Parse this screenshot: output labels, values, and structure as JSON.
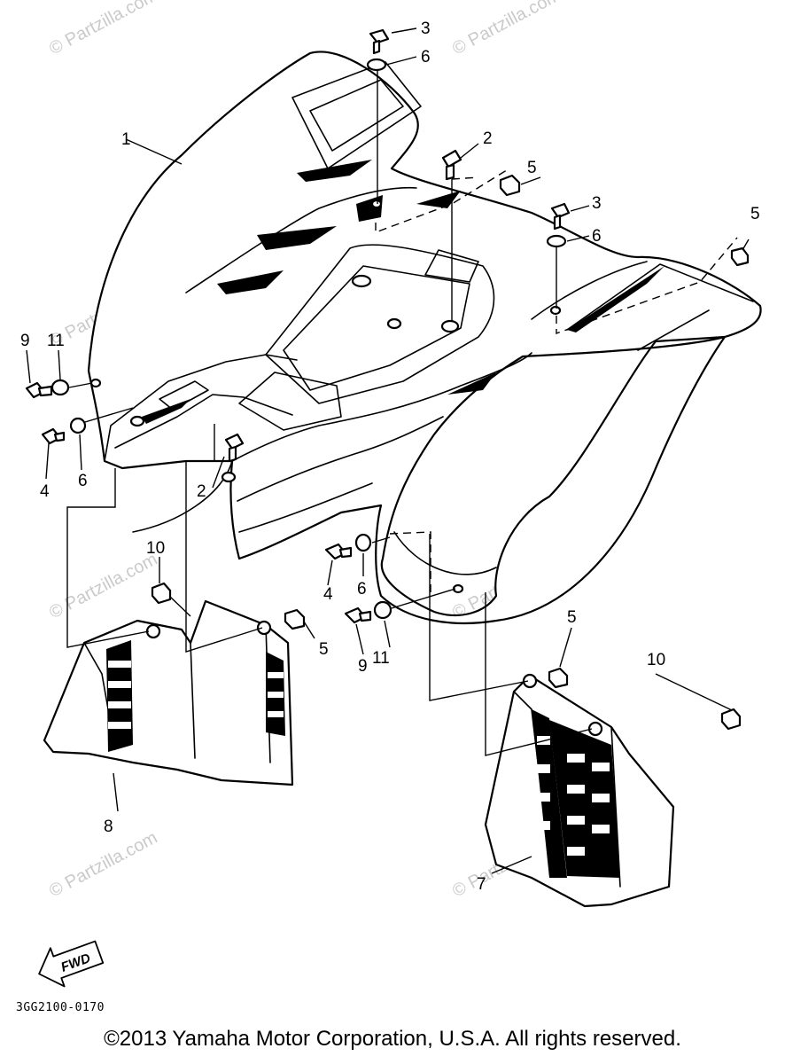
{
  "diagram": {
    "callouts": [
      {
        "id": "c3a",
        "text": "3"
      },
      {
        "id": "c6a",
        "text": "6"
      },
      {
        "id": "c1",
        "text": "1"
      },
      {
        "id": "c2a",
        "text": "2"
      },
      {
        "id": "c5a",
        "text": "5"
      },
      {
        "id": "c3b",
        "text": "3"
      },
      {
        "id": "c6b",
        "text": "6"
      },
      {
        "id": "c5b",
        "text": "5"
      },
      {
        "id": "c9a",
        "text": "9"
      },
      {
        "id": "c11a",
        "text": "11"
      },
      {
        "id": "c4a",
        "text": "4"
      },
      {
        "id": "c6c",
        "text": "6"
      },
      {
        "id": "c2b",
        "text": "2"
      },
      {
        "id": "c10a",
        "text": "10"
      },
      {
        "id": "c5c",
        "text": "5"
      },
      {
        "id": "c4b",
        "text": "4"
      },
      {
        "id": "c6d",
        "text": "6"
      },
      {
        "id": "c9b",
        "text": "9"
      },
      {
        "id": "c11b",
        "text": "11"
      },
      {
        "id": "c5d",
        "text": "5"
      },
      {
        "id": "c10b",
        "text": "10"
      },
      {
        "id": "c8",
        "text": "8"
      },
      {
        "id": "c7",
        "text": "7"
      }
    ],
    "watermark": "© Partzilla.com",
    "fwd_label": "FWD",
    "diagram_code": "3GG2100-0170"
  },
  "footer": {
    "copyright": "©2013 Yamaha Motor Corporation, U.S.A. All rights reserved."
  }
}
